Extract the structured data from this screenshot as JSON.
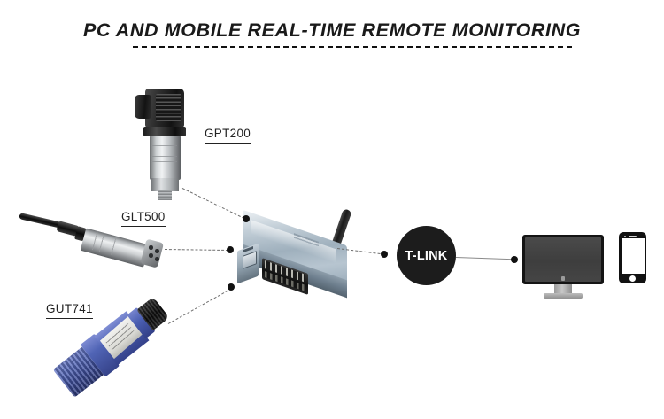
{
  "page": {
    "title": "PC AND MOBILE REAL-TIME REMOTE MONITORING"
  },
  "devices": {
    "pressure_transmitter": {
      "label": "GPT200",
      "icon": "pressure-transmitter-icon"
    },
    "level_sensor": {
      "label": "GLT500",
      "icon": "submersible-level-sensor-icon"
    },
    "ultrasonic_sensor": {
      "label": "GUT741",
      "icon": "ultrasonic-level-sensor-icon"
    },
    "gateway": {
      "icon": "wireless-gateway-icon"
    },
    "cloud": {
      "label": "T-LINK",
      "icon": "cloud-platform-badge-icon"
    },
    "monitor": {
      "icon": "desktop-monitor-icon"
    },
    "phone": {
      "icon": "smartphone-icon"
    }
  },
  "colors": {
    "background": "#ffffff",
    "title_text": "#1a1a1a",
    "rule": "#111111",
    "label_text": "#222222",
    "connector_line": "#6e6e6e",
    "connector_dot": "#111111",
    "badge_fill": "#1c1c1c",
    "badge_text": "#ffffff",
    "gateway_body": "#9fb0bd",
    "ultrasonic_body": "#4f63b5",
    "monitor_frame": "#141414",
    "phone_frame": "#111111"
  },
  "connectors": [
    {
      "name": "gpt200-to-gateway",
      "style": "dashed"
    },
    {
      "name": "glt500-to-gateway",
      "style": "dashed"
    },
    {
      "name": "gut741-to-gateway",
      "style": "dashed"
    },
    {
      "name": "gateway-to-tlink",
      "style": "dashed"
    },
    {
      "name": "tlink-to-monitor",
      "style": "solid"
    }
  ]
}
